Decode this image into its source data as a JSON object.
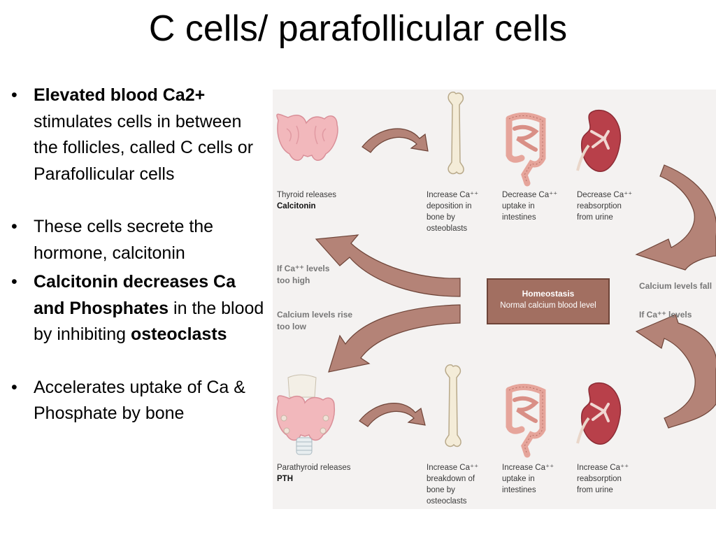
{
  "slide": {
    "title": "C cells/ parafollicular cells"
  },
  "bullets": {
    "b1": {
      "bold": "Elevated blood Ca2+",
      "text": " stimulates cells in between the follicles, called C cells or Parafollicular cells"
    },
    "b2": {
      "text": "These cells secrete the hormone, calcitonin"
    },
    "b3": {
      "bold": "Calcitonin decreases Ca and Phosphates",
      "text": " in the blood by inhibiting ",
      "bold2": "osteoclasts"
    },
    "b4": {
      "text": "Accelerates uptake of Ca & Phosphate by bone"
    },
    "marker": "•"
  },
  "diagram": {
    "top": {
      "thyroid": {
        "line1": "Thyroid releases",
        "line2": "Calcitonin"
      },
      "bone": [
        "Increase Ca⁺⁺",
        "deposition in",
        "bone by",
        "osteoblasts"
      ],
      "intestine": [
        "Decrease Ca⁺⁺",
        "uptake in",
        "intestines"
      ],
      "kidney": [
        "Decrease Ca⁺⁺",
        "reabsorption",
        "from urine"
      ]
    },
    "middle": {
      "left_top": [
        "If Ca⁺⁺ levels",
        "too high"
      ],
      "left_bottom": [
        "Calcium levels rise",
        "too low"
      ],
      "right_top": "Calcium levels fall",
      "right_bottom": "If Ca⁺⁺ levels",
      "homeostasis_title": "Homeostasis",
      "homeostasis_sub": "Normal calcium blood level"
    },
    "bottom": {
      "parathyroid": {
        "line1": "Parathyroid releases",
        "line2": "PTH"
      },
      "bone": [
        "Increase Ca⁺⁺",
        "breakdown of",
        "bone by",
        "osteoclasts"
      ],
      "intestine": [
        "Increase Ca⁺⁺",
        "uptake in",
        "intestines"
      ],
      "kidney": [
        "Increase Ca⁺⁺",
        "reabsorption",
        "from urine"
      ]
    },
    "colors": {
      "arrow": "#b48377",
      "arrow_stroke": "#6e4438",
      "box": "#a26f61",
      "organ_pink": "#f2b8bc",
      "kidney": "#b8404a"
    }
  }
}
